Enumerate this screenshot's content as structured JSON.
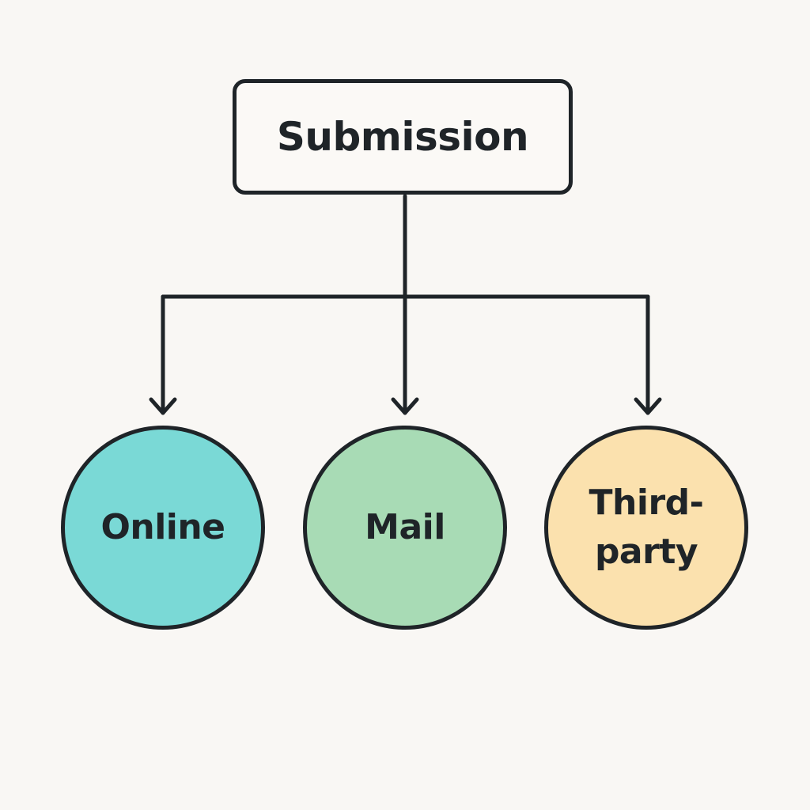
{
  "root": {
    "label": "Submission"
  },
  "children": [
    {
      "label": "Online",
      "color": "#7ad9d6"
    },
    {
      "label": "Mail",
      "color": "#a8dbb5"
    },
    {
      "label": "Third-\nparty",
      "color": "#fbe1ae"
    }
  ],
  "colors": {
    "background": "#f9f7f4",
    "stroke": "#1f2428"
  }
}
